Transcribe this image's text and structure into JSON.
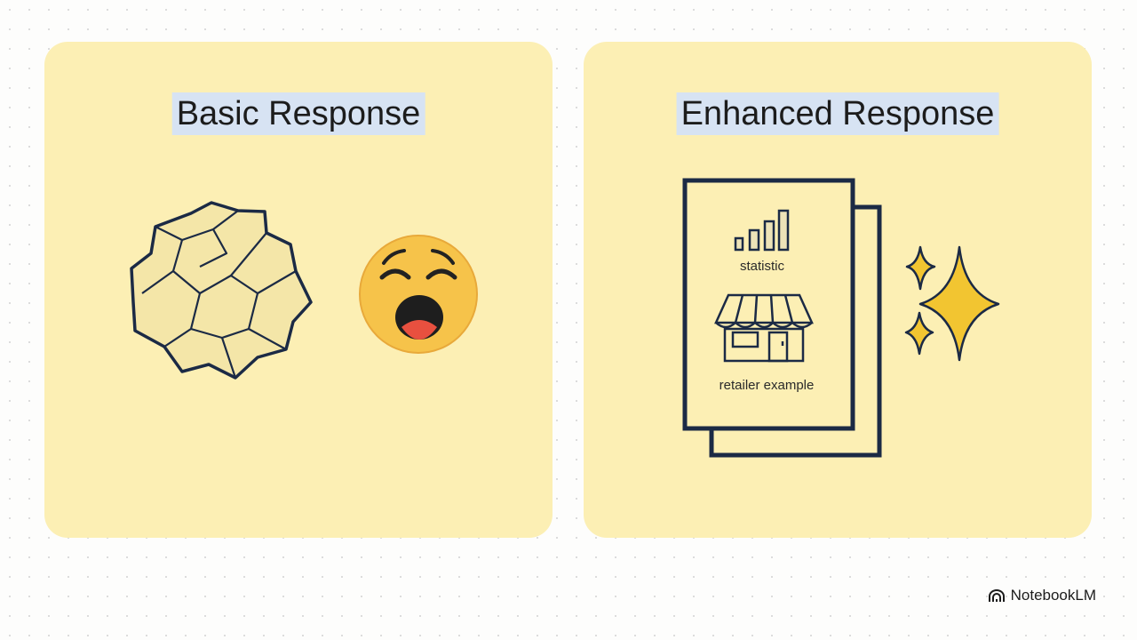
{
  "left_panel": {
    "title": "Basic Response",
    "icons": [
      "crumpled-paper-icon",
      "yawning-face-icon"
    ]
  },
  "right_panel": {
    "title": "Enhanced Response",
    "doc_labels": {
      "statistic": "statistic",
      "retailer": "retailer example"
    },
    "icons": [
      "document-stack-icon",
      "bar-chart-icon",
      "storefront-icon",
      "sparkles-icon"
    ]
  },
  "brand": {
    "name": "NotebookLM"
  },
  "colors": {
    "panel": "#fcefb4",
    "highlight": "#d7e3f3",
    "ink": "#1b2a45",
    "sparkle": "#f2c531"
  }
}
